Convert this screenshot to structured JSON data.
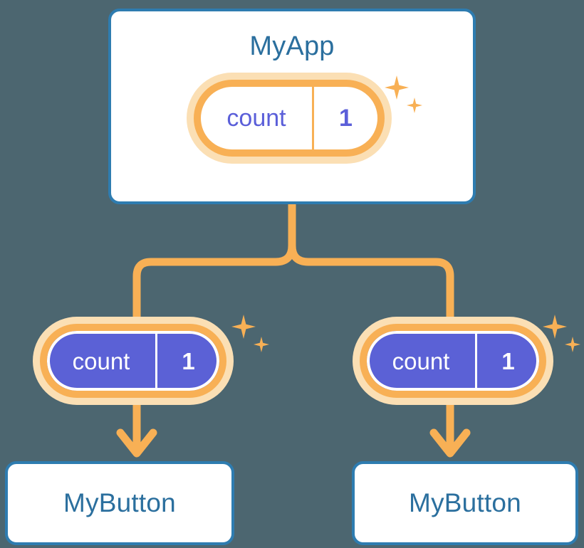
{
  "theme": {
    "background": "#4c6670",
    "card_border": "#2e7cb0",
    "card_fill": "#ffffff",
    "title_text": "#2b6f9e",
    "pill_ring": "#f8b055",
    "pill_glow": "#fbdfb4",
    "pill_fill_active": "#5b61d6",
    "state_text_outline": "#5b5fd9",
    "state_text_filled": "#ffffff",
    "connector": "#f8b055"
  },
  "diagram": {
    "root": {
      "title": "MyApp",
      "state": {
        "key": "count",
        "value": "1"
      },
      "sparkle_names": [
        "sparkle-large-icon",
        "sparkle-small-icon"
      ]
    },
    "children": [
      {
        "title": "MyButton",
        "state": {
          "key": "count",
          "value": "1"
        },
        "sparkle_names": [
          "sparkle-large-icon",
          "sparkle-small-icon"
        ]
      },
      {
        "title": "MyButton",
        "state": {
          "key": "count",
          "value": "1"
        },
        "sparkle_names": [
          "sparkle-large-icon",
          "sparkle-small-icon"
        ]
      }
    ],
    "connector_icons": [
      "tree-branch-connector",
      "arrow-down-icon",
      "arrow-down-icon"
    ]
  }
}
